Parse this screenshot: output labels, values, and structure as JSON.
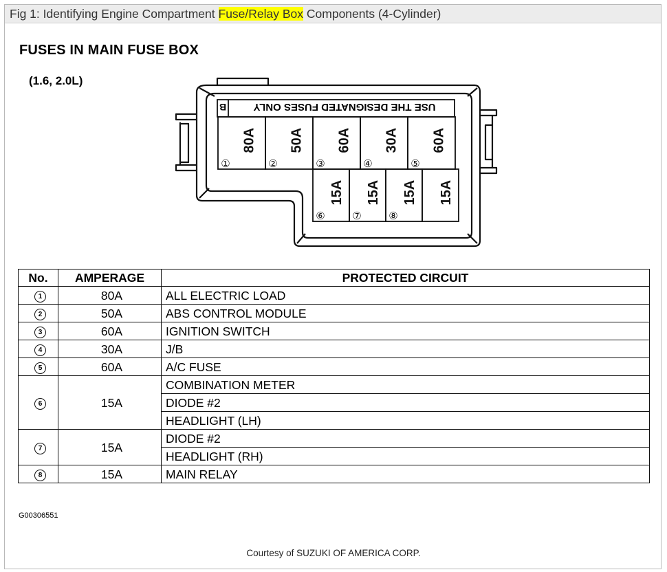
{
  "caption": {
    "prefix": "Fig 1: Identifying Engine Compartment ",
    "highlight": "Fuse/Relay Box",
    "suffix": " Components (4-Cylinder)"
  },
  "heading": "FUSES IN MAIN FUSE BOX",
  "variant": "(1.6, 2.0L)",
  "diagram": {
    "label_strip": "USE THE DESIGNATED FUSES ONLY",
    "label_letter": "B",
    "top_row": [
      {
        "num": "①",
        "amp": "80A"
      },
      {
        "num": "②",
        "amp": "50A"
      },
      {
        "num": "③",
        "amp": "60A"
      },
      {
        "num": "④",
        "amp": "30A"
      },
      {
        "num": "⑤",
        "amp": "60A"
      }
    ],
    "bottom_row": [
      {
        "num": "⑥",
        "amp": "15A"
      },
      {
        "num": "⑦",
        "amp": "15A"
      },
      {
        "num": "⑧",
        "amp": "15A"
      },
      {
        "num": "",
        "amp": "15A"
      }
    ]
  },
  "table": {
    "headers": {
      "no": "No.",
      "amperage": "AMPERAGE",
      "circuit": "PROTECTED CIRCUIT"
    },
    "rows": [
      {
        "num": "1",
        "amp": "80A",
        "circuits": [
          "ALL ELECTRIC LOAD"
        ]
      },
      {
        "num": "2",
        "amp": "50A",
        "circuits": [
          "ABS CONTROL MODULE"
        ]
      },
      {
        "num": "3",
        "amp": "60A",
        "circuits": [
          "IGNITION SWITCH"
        ]
      },
      {
        "num": "4",
        "amp": "30A",
        "circuits": [
          "J/B"
        ]
      },
      {
        "num": "5",
        "amp": "60A",
        "circuits": [
          "A/C FUSE"
        ]
      },
      {
        "num": "6",
        "amp": "15A",
        "circuits": [
          "COMBINATION METER",
          "DIODE #2",
          "HEADLIGHT (LH)"
        ]
      },
      {
        "num": "7",
        "amp": "15A",
        "circuits": [
          "DIODE #2",
          "HEADLIGHT (RH)"
        ]
      },
      {
        "num": "8",
        "amp": "15A",
        "circuits": [
          "MAIN RELAY"
        ]
      }
    ]
  },
  "image_code": "G00306551",
  "courtesy": "Courtesy of SUZUKI OF AMERICA CORP."
}
